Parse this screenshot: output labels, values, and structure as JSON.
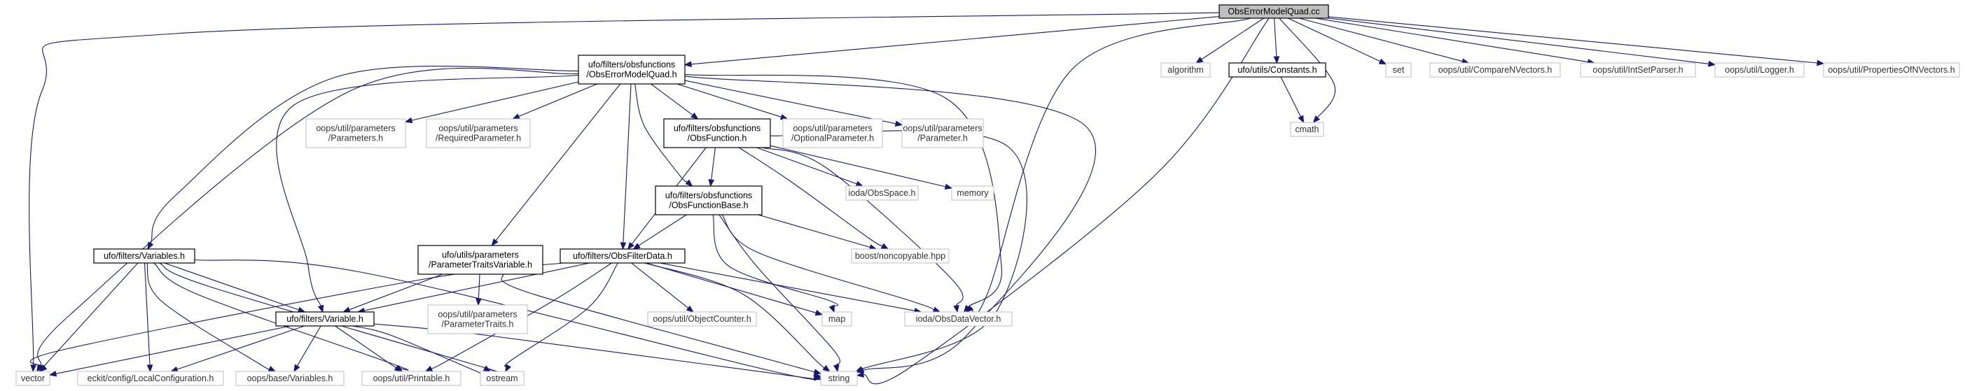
{
  "graph": {
    "title": "ObsErrorModelQuad.cc",
    "colors": {
      "edge": "#191970",
      "root_fill": "#bfbfbf",
      "internal_border": "#000000",
      "external_border": "#bfbfbf"
    },
    "nodes": [
      {
        "id": "root",
        "kind": "root",
        "lines": [
          "ObsErrorModelQuad.cc"
        ]
      },
      {
        "id": "quad_h",
        "kind": "internal",
        "lines": [
          "ufo/filters/obsfunctions",
          "/ObsErrorModelQuad.h"
        ]
      },
      {
        "id": "algorithm",
        "kind": "external",
        "lines": [
          "algorithm"
        ]
      },
      {
        "id": "constants",
        "kind": "internal",
        "lines": [
          "ufo/utils/Constants.h"
        ]
      },
      {
        "id": "set",
        "kind": "external",
        "lines": [
          "set"
        ]
      },
      {
        "id": "comparen",
        "kind": "external",
        "lines": [
          "oops/util/CompareNVectors.h"
        ]
      },
      {
        "id": "intset",
        "kind": "external",
        "lines": [
          "oops/util/IntSetParser.h"
        ]
      },
      {
        "id": "logger",
        "kind": "external",
        "lines": [
          "oops/util/Logger.h"
        ]
      },
      {
        "id": "propsn",
        "kind": "external",
        "lines": [
          "oops/util/PropertiesOfNVectors.h"
        ]
      },
      {
        "id": "cmath",
        "kind": "external",
        "lines": [
          "cmath"
        ]
      },
      {
        "id": "params",
        "kind": "external",
        "lines": [
          "oops/util/parameters",
          "/Parameters.h"
        ]
      },
      {
        "id": "reqparam",
        "kind": "external",
        "lines": [
          "oops/util/parameters",
          "/RequiredParameter.h"
        ]
      },
      {
        "id": "obsfunc",
        "kind": "internal",
        "lines": [
          "ufo/filters/obsfunctions",
          "/ObsFunction.h"
        ]
      },
      {
        "id": "optparam",
        "kind": "external",
        "lines": [
          "oops/util/parameters",
          "/OptionalParameter.h"
        ]
      },
      {
        "id": "param",
        "kind": "external",
        "lines": [
          "oops/util/parameters",
          "/Parameter.h"
        ]
      },
      {
        "id": "iodaspace",
        "kind": "external",
        "lines": [
          "ioda/ObsSpace.h"
        ]
      },
      {
        "id": "memory",
        "kind": "external",
        "lines": [
          "memory"
        ]
      },
      {
        "id": "funcbase",
        "kind": "internal",
        "lines": [
          "ufo/filters/obsfunctions",
          "/ObsFunctionBase.h"
        ]
      },
      {
        "id": "boostnc",
        "kind": "external",
        "lines": [
          "boost/noncopyable.hpp"
        ]
      },
      {
        "id": "variables",
        "kind": "internal",
        "lines": [
          "ufo/filters/Variables.h"
        ]
      },
      {
        "id": "ptv",
        "kind": "internal",
        "lines": [
          "ufo/utils/parameters",
          "/ParameterTraitsVariable.h"
        ]
      },
      {
        "id": "ofd",
        "kind": "internal",
        "lines": [
          "ufo/filters/ObsFilterData.h"
        ]
      },
      {
        "id": "ptraits",
        "kind": "external",
        "lines": [
          "oops/util/parameters",
          "/ParameterTraits.h"
        ]
      },
      {
        "id": "objcounter",
        "kind": "external",
        "lines": [
          "oops/util/ObjectCounter.h"
        ]
      },
      {
        "id": "map",
        "kind": "external",
        "lines": [
          "map"
        ]
      },
      {
        "id": "iodadv",
        "kind": "external",
        "lines": [
          "ioda/ObsDataVector.h"
        ]
      },
      {
        "id": "variable",
        "kind": "internal",
        "lines": [
          "ufo/filters/Variable.h"
        ]
      },
      {
        "id": "vector",
        "kind": "external",
        "lines": [
          "vector"
        ]
      },
      {
        "id": "localconf",
        "kind": "external",
        "lines": [
          "eckit/config/LocalConfiguration.h"
        ]
      },
      {
        "id": "oopsvars",
        "kind": "external",
        "lines": [
          "oops/base/Variables.h"
        ]
      },
      {
        "id": "printable",
        "kind": "external",
        "lines": [
          "oops/util/Printable.h"
        ]
      },
      {
        "id": "ostream",
        "kind": "external",
        "lines": [
          "ostream"
        ]
      },
      {
        "id": "string",
        "kind": "external",
        "lines": [
          "string"
        ]
      }
    ],
    "edges": [
      [
        "root",
        "quad_h"
      ],
      [
        "root",
        "algorithm"
      ],
      [
        "root",
        "constants"
      ],
      [
        "root",
        "set"
      ],
      [
        "root",
        "comparen"
      ],
      [
        "root",
        "intset"
      ],
      [
        "root",
        "logger"
      ],
      [
        "root",
        "propsn"
      ],
      [
        "root",
        "cmath"
      ],
      [
        "root",
        "vector"
      ],
      [
        "root",
        "string"
      ],
      [
        "root",
        "iodadv"
      ],
      [
        "constants",
        "cmath"
      ],
      [
        "quad_h",
        "params"
      ],
      [
        "quad_h",
        "reqparam"
      ],
      [
        "quad_h",
        "obsfunc"
      ],
      [
        "quad_h",
        "optparam"
      ],
      [
        "quad_h",
        "param"
      ],
      [
        "quad_h",
        "variables"
      ],
      [
        "quad_h",
        "ptv"
      ],
      [
        "quad_h",
        "ofd"
      ],
      [
        "quad_h",
        "funcbase"
      ],
      [
        "quad_h",
        "variable"
      ],
      [
        "quad_h",
        "vector"
      ],
      [
        "quad_h",
        "iodadv"
      ],
      [
        "quad_h",
        "string"
      ],
      [
        "obsfunc",
        "funcbase"
      ],
      [
        "obsfunc",
        "iodaspace"
      ],
      [
        "obsfunc",
        "memory"
      ],
      [
        "obsfunc",
        "boostnc"
      ],
      [
        "obsfunc",
        "ofd"
      ],
      [
        "obsfunc",
        "iodadv"
      ],
      [
        "obsfunc",
        "string"
      ],
      [
        "funcbase",
        "ofd"
      ],
      [
        "funcbase",
        "boostnc"
      ],
      [
        "funcbase",
        "iodadv"
      ],
      [
        "funcbase",
        "map"
      ],
      [
        "funcbase",
        "string"
      ],
      [
        "ptv",
        "ptraits"
      ],
      [
        "ptv",
        "variable"
      ],
      [
        "ptv",
        "string"
      ],
      [
        "ofd",
        "objcounter"
      ],
      [
        "ofd",
        "map"
      ],
      [
        "ofd",
        "iodadv"
      ],
      [
        "ofd",
        "variable"
      ],
      [
        "ofd",
        "vector"
      ],
      [
        "ofd",
        "ostream"
      ],
      [
        "ofd",
        "string"
      ],
      [
        "ofd",
        "printable"
      ],
      [
        "variables",
        "variable"
      ],
      [
        "variables",
        "vector"
      ],
      [
        "variables",
        "localconf"
      ],
      [
        "variables",
        "oopsvars"
      ],
      [
        "variables",
        "printable"
      ],
      [
        "variables",
        "ostream"
      ],
      [
        "variables",
        "string"
      ],
      [
        "variable",
        "vector"
      ],
      [
        "variable",
        "localconf"
      ],
      [
        "variable",
        "oopsvars"
      ],
      [
        "variable",
        "printable"
      ],
      [
        "variable",
        "ostream"
      ],
      [
        "variable",
        "string"
      ]
    ]
  }
}
